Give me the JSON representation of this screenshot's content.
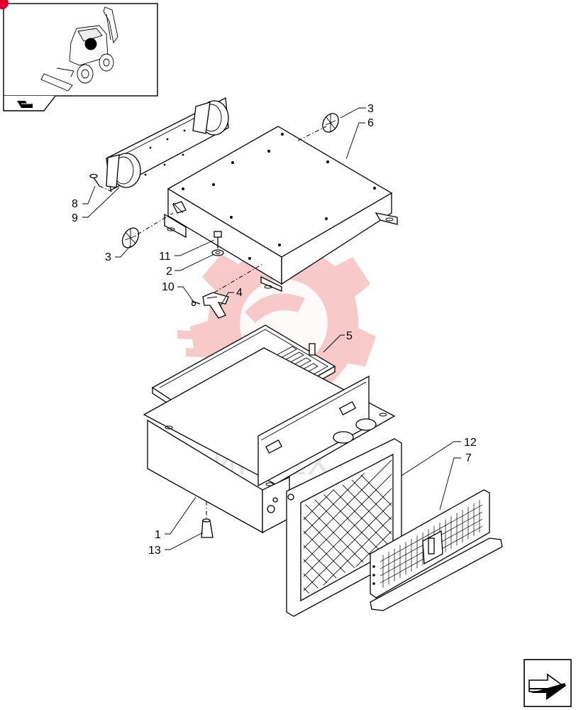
{
  "diagram": {
    "watermark_text": "ИНТЕХ",
    "callouts": [
      {
        "id": "c1",
        "label": "1"
      },
      {
        "id": "c2",
        "label": "2"
      },
      {
        "id": "c3a",
        "label": "3"
      },
      {
        "id": "c3b",
        "label": "3"
      },
      {
        "id": "c4",
        "label": "4"
      },
      {
        "id": "c5",
        "label": "5"
      },
      {
        "id": "c6",
        "label": "6"
      },
      {
        "id": "c7",
        "label": "7"
      },
      {
        "id": "c8",
        "label": "8"
      },
      {
        "id": "c9",
        "label": "9"
      },
      {
        "id": "c10",
        "label": "10"
      },
      {
        "id": "c11",
        "label": "11"
      },
      {
        "id": "c12",
        "label": "12"
      },
      {
        "id": "c13",
        "label": "13"
      }
    ],
    "colors": {
      "watermark": "#f2a0a0",
      "watermark_text": "#cfcfcf",
      "marker": "#e0002a",
      "line": "#000000"
    },
    "icons": {
      "thumbnail": "backhoe-loader-icon",
      "thumbnail_nav": "nav-arrow-icon",
      "corner_nav": "next-page-arrow-icon"
    }
  }
}
